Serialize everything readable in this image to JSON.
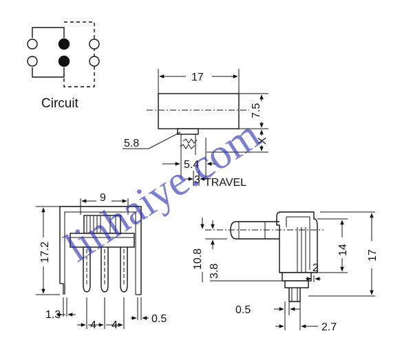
{
  "circuit": {
    "label": "Circuit"
  },
  "top_view": {
    "dims": {
      "width": "17",
      "height": "7.5",
      "travel_height": "X",
      "lever_offset": "5.8",
      "lever_width": "5.4",
      "travel": "3"
    },
    "travel_label": "TRAVEL"
  },
  "front_view": {
    "dims": {
      "width": "9",
      "height": "17.2",
      "pin_offset": "1.3",
      "pitch_1": "4",
      "pitch_2": "4",
      "pin_width": "0.5"
    }
  },
  "side_view": {
    "dims": {
      "height_total": "17",
      "height_body": "14",
      "lever_height": "10.8",
      "lever_width": "3.8",
      "pin_span": "2",
      "pin_thickness": "0.5",
      "depth": "2.7"
    }
  },
  "watermark": {
    "text": "linhaiye.com"
  },
  "colors": {
    "line": "#111111",
    "watermark": "#2b2fb0"
  }
}
